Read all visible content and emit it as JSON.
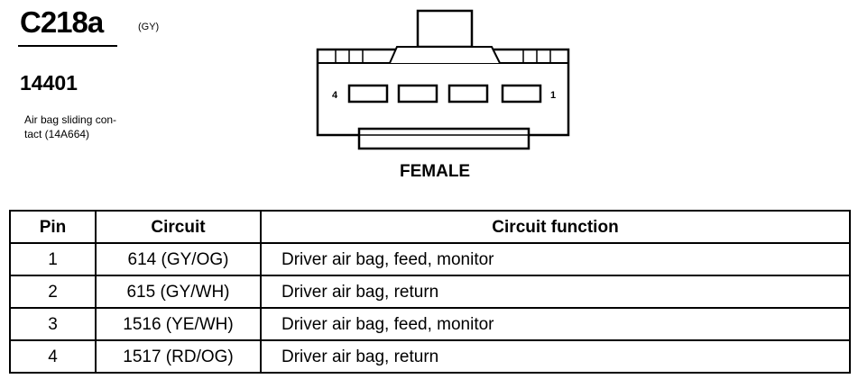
{
  "connector": {
    "id": "C218a",
    "color_code": "(GY)",
    "part_number": "14401",
    "description": "Air bag sliding con-\ntact (14A664)",
    "gender": "FEMALE",
    "pin_label_left": "4",
    "pin_label_right": "1"
  },
  "table": {
    "headers": {
      "pin": "Pin",
      "circuit": "Circuit",
      "function": "Circuit function"
    },
    "rows": [
      {
        "pin": "1",
        "circuit": "614 (GY/OG)",
        "function": "Driver air bag, feed, monitor"
      },
      {
        "pin": "2",
        "circuit": "615 (GY/WH)",
        "function": "Driver air bag, return"
      },
      {
        "pin": "3",
        "circuit": "1516 (YE/WH)",
        "function": "Driver air bag, feed, monitor"
      },
      {
        "pin": "4",
        "circuit": "1517 (RD/OG)",
        "function": "Driver air bag, return"
      }
    ]
  }
}
